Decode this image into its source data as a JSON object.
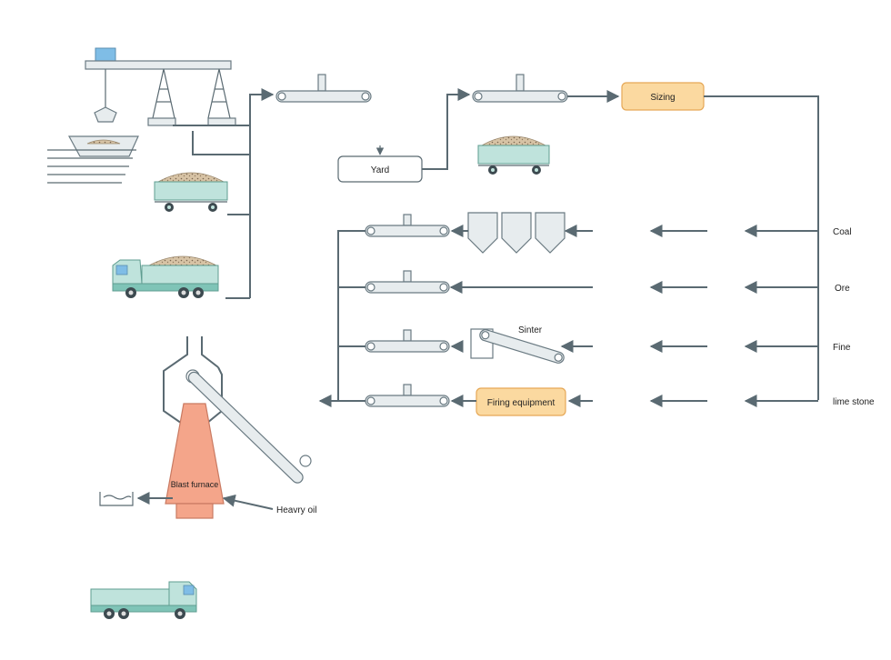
{
  "labels": {
    "yard": "Yard",
    "sizing": "Sizing",
    "coal": "Coal",
    "ore": "Ore",
    "fine": "Fine",
    "limestone": "lime stone",
    "sinter": "Sinter",
    "firing": "Firing equipment",
    "blast_furnace": "Blast furnace",
    "heavy_oil": "Heavry oil"
  },
  "colors": {
    "line": "#5a6a72",
    "box_orange": "#fbd9a0",
    "box_orange_border": "#e6a857",
    "furnace": "#f4a58a",
    "furnace_border": "#c97a62",
    "vehicle_green": "#bfe3dc",
    "vehicle_green_dark": "#7fc4b7",
    "ore_load": "#d7c3a5",
    "crane_blue": "#7fbde6"
  }
}
